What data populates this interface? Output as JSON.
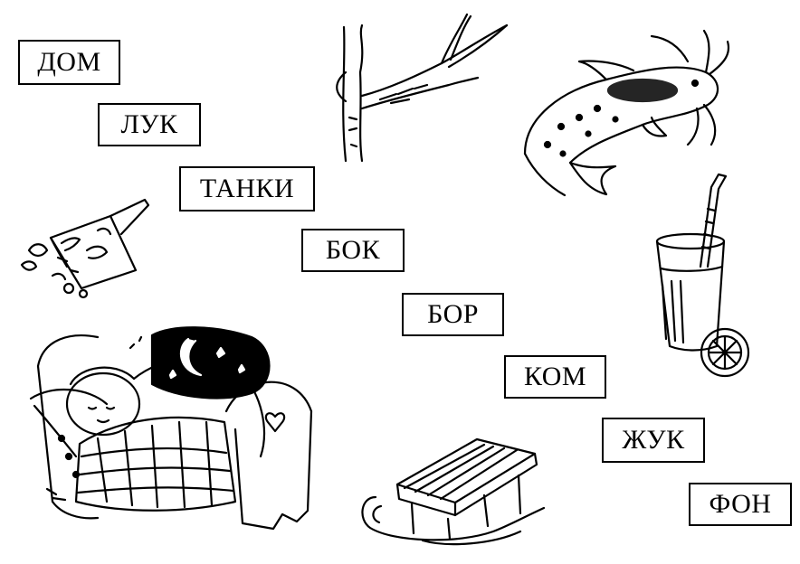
{
  "words": [
    "ДОМ",
    "ЛУК",
    "ТАНКИ",
    "БОК",
    "БОР",
    "КОМ",
    "ЖУК",
    "ФОН"
  ],
  "pictures": [
    {
      "name": "tree-branch",
      "icon": "tree-branch-icon"
    },
    {
      "name": "catfish",
      "icon": "catfish-icon"
    },
    {
      "name": "dustpan",
      "icon": "dustpan-icon"
    },
    {
      "name": "glass-of-juice",
      "icon": "juice-glass-icon"
    },
    {
      "name": "sleeping-child",
      "icon": "bed-icon"
    },
    {
      "name": "sled",
      "icon": "sled-icon"
    }
  ],
  "colors": {
    "ink": "#000000",
    "paper": "#ffffff"
  }
}
